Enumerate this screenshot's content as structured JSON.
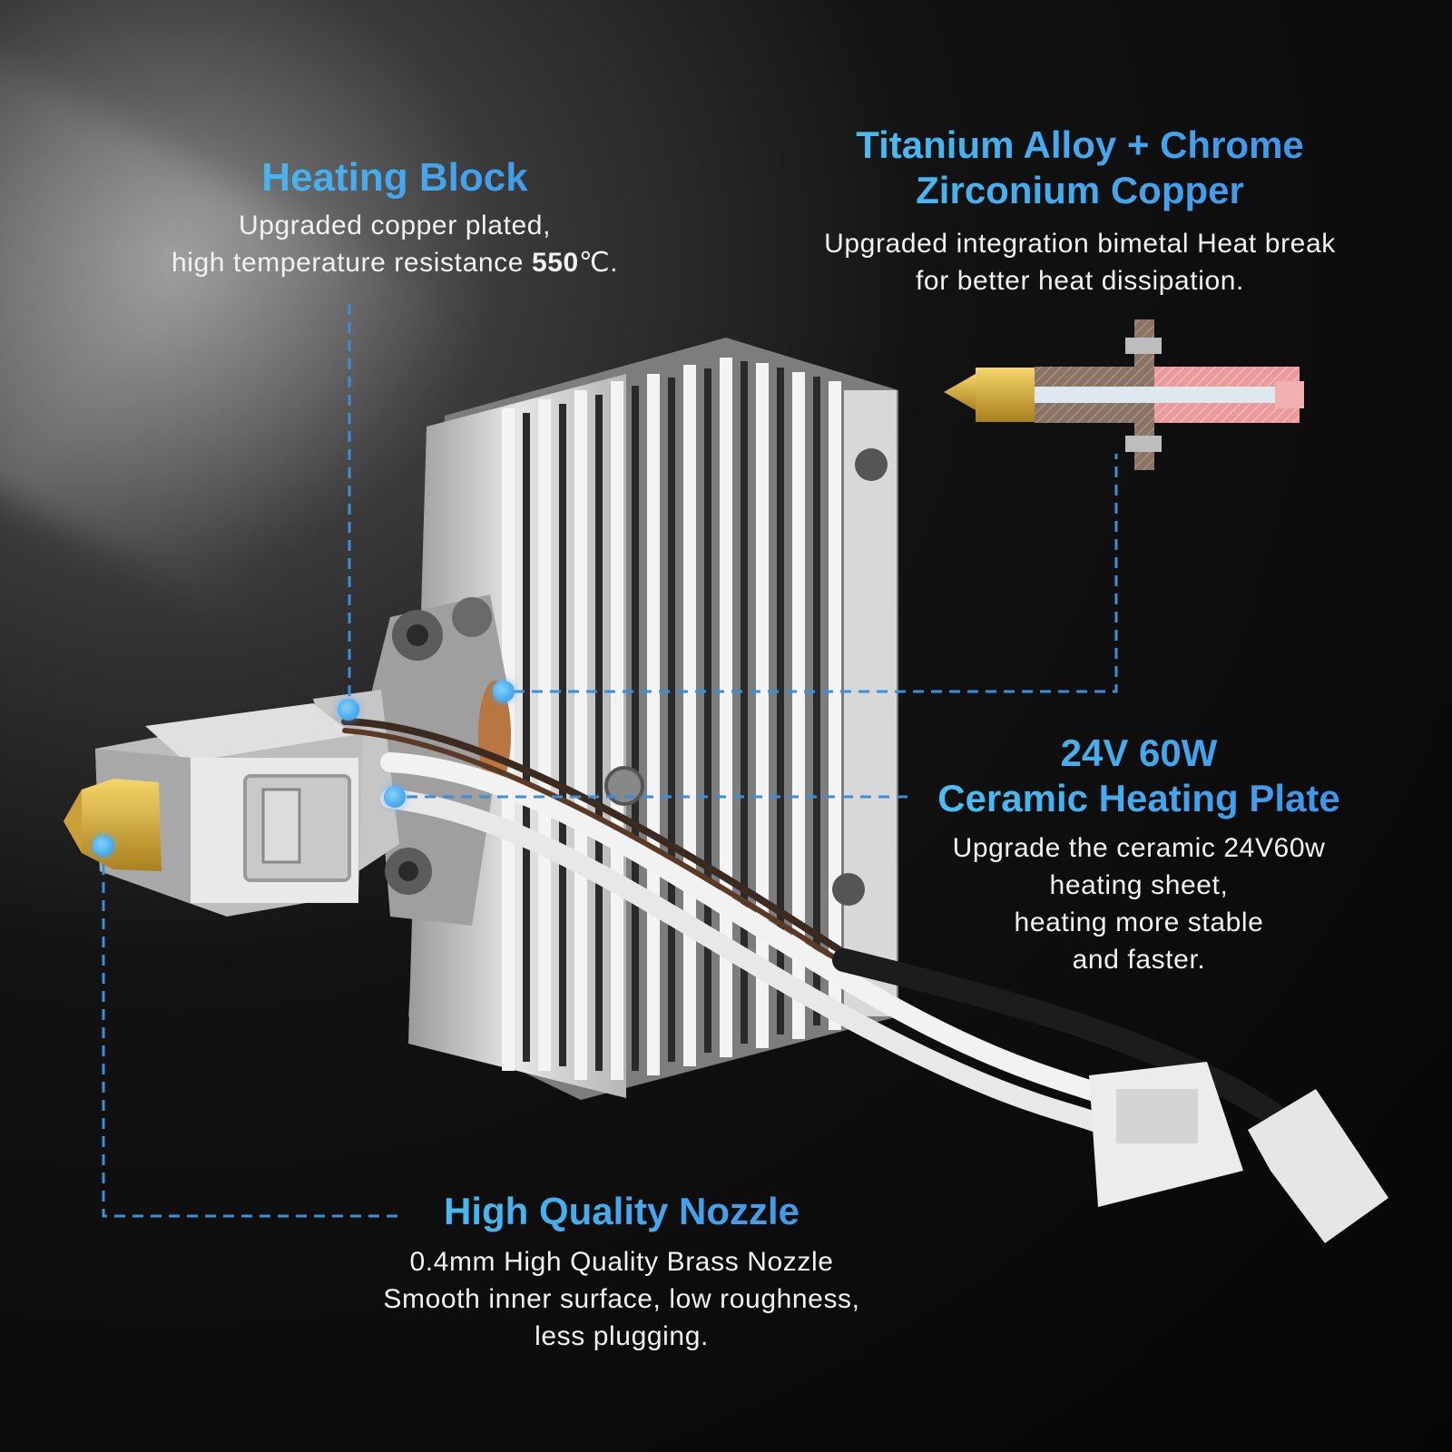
{
  "heating_block": {
    "title": "Heating Block",
    "line1": "Upgraded copper plated,",
    "line2_prefix": "high temperature resistance ",
    "line2_bold": "550",
    "line2_suffix": "℃."
  },
  "heat_break": {
    "title_line1": "Titanium Alloy + Chrome",
    "title_line2": "Zirconium Copper",
    "line1": "Upgraded integration bimetal Heat break",
    "line2": "for better heat dissipation."
  },
  "ceramic_plate": {
    "title_line1": "24V 60W",
    "title_line2": "Ceramic Heating Plate",
    "line1": "Upgrade the ceramic 24V60w",
    "line2": "heating sheet,",
    "line3": "heating more stable",
    "line4": "and faster."
  },
  "nozzle": {
    "title": "High Quality Nozzle",
    "line1": "0.4mm High Quality Brass Nozzle",
    "line2": "Smooth inner surface, low roughness,",
    "line3": "less plugging."
  },
  "colors": {
    "accent": "#3fb6f5",
    "dot": "#2f8fe0",
    "leader_line": "#3a8fd8"
  }
}
